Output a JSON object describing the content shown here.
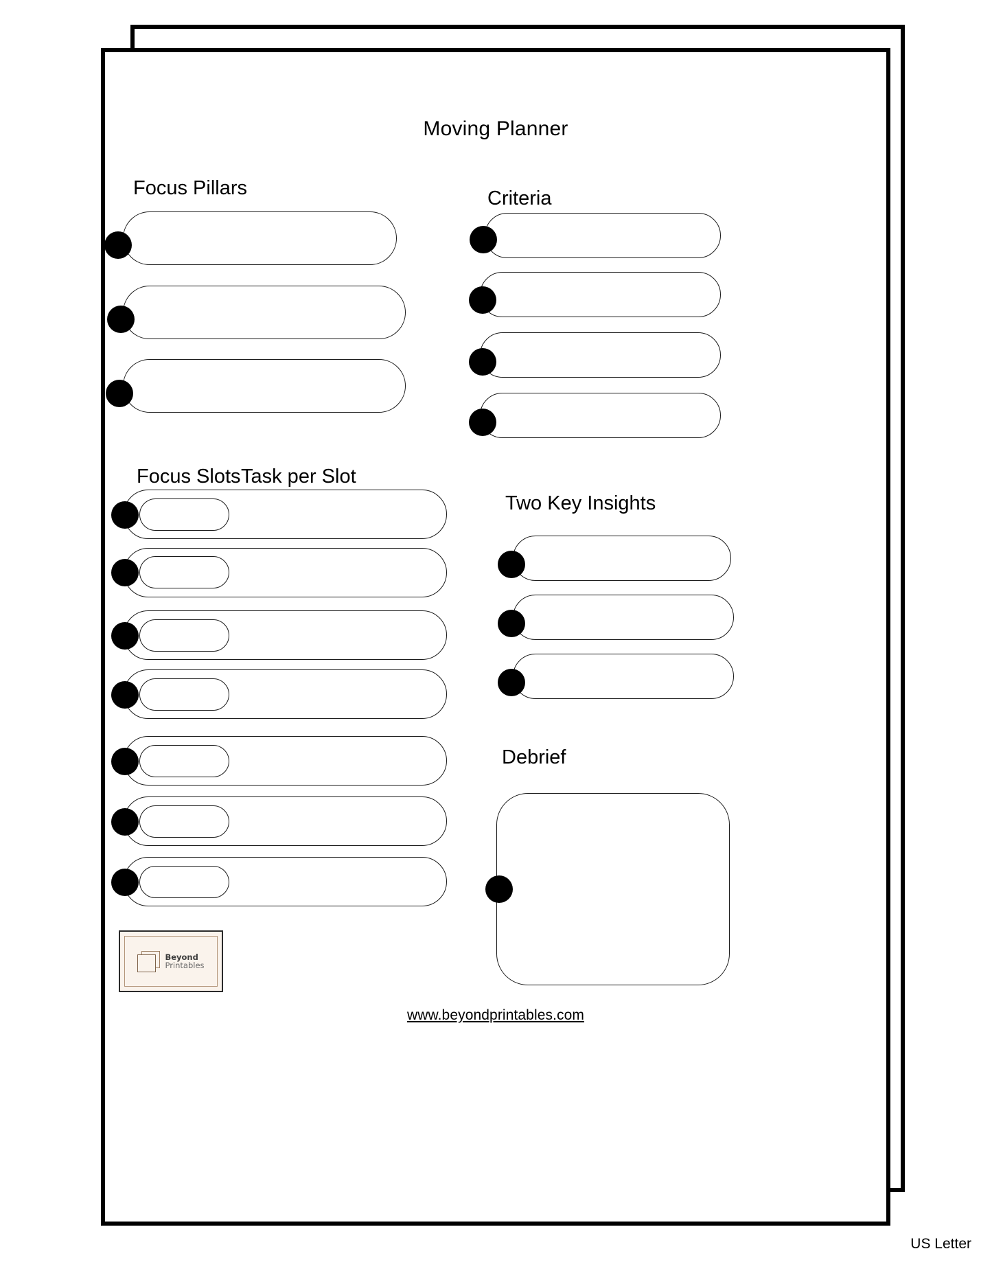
{
  "document": {
    "title": "Moving Planner",
    "paper_size": "US Letter",
    "site_url": "www.beyondprintables.com"
  },
  "branding": {
    "logo_line1": "Beyond",
    "logo_line2": "Printables",
    "logo_bg": "#faf3ec",
    "logo_border": "#2b2b2b",
    "logo_accent": "#7e6249"
  },
  "sections": [
    {
      "id": "focus-pillars",
      "heading": "Focus Pillars",
      "row_count": 3,
      "rows": [
        {
          "value": ""
        },
        {
          "value": ""
        },
        {
          "value": ""
        }
      ]
    },
    {
      "id": "criteria",
      "heading": "Criteria",
      "row_count": 4,
      "rows": [
        {
          "value": ""
        },
        {
          "value": ""
        },
        {
          "value": ""
        },
        {
          "value": ""
        }
      ]
    },
    {
      "id": "focus-slots",
      "heading": "Focus Slots",
      "secondary_heading": "Task per Slot",
      "row_count": 7,
      "rows": [
        {
          "slot": "",
          "task": ""
        },
        {
          "slot": "",
          "task": ""
        },
        {
          "slot": "",
          "task": ""
        },
        {
          "slot": "",
          "task": ""
        },
        {
          "slot": "",
          "task": ""
        },
        {
          "slot": "",
          "task": ""
        },
        {
          "slot": "",
          "task": ""
        }
      ]
    },
    {
      "id": "two-key-insights",
      "heading": "Two Key Insights",
      "row_count": 3,
      "rows": [
        {
          "value": ""
        },
        {
          "value": ""
        },
        {
          "value": ""
        }
      ]
    },
    {
      "id": "debrief",
      "heading": "Debrief",
      "row_count": 1,
      "rows": [
        {
          "value": ""
        }
      ]
    }
  ]
}
